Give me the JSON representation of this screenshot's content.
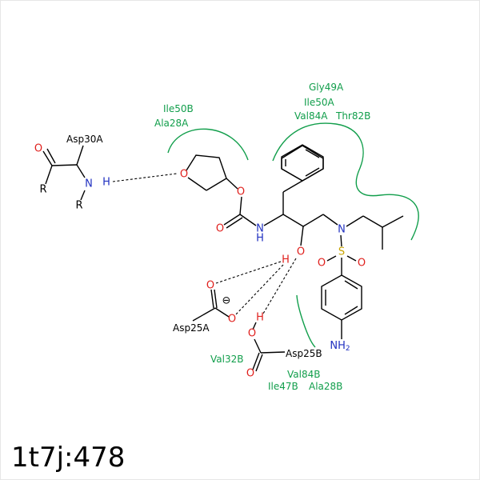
{
  "diagram_id": "1t7j:478",
  "colors": {
    "carbon": "#000000",
    "oxygen": "#e0201d",
    "nitrogen": "#2030c0",
    "sulfur": "#c8a400",
    "hydrogen": "#e0201d",
    "residue": "#119e4b"
  },
  "atoms": {
    "o_ketone": "O",
    "r_top": "R",
    "n_asp30": "N",
    "h_asp30": "H",
    "r_bottom": "R",
    "o_thf": "O",
    "o_ester": "O",
    "o_carbamate": "O",
    "n_carbamate": "N",
    "h_carbamate": "H",
    "o_hydroxyl": "O",
    "h_hydroxyl": "H",
    "n_sulfonamide": "N",
    "s_sulfonyl": "S",
    "o_sulfonyl_left": "O",
    "o_sulfonyl_right": "O",
    "nh2": "NH",
    "nh2_sub": "2",
    "o_asp25a_top": "O",
    "o_asp25a_bottom": "O",
    "charge": "⊖",
    "h_asp25b": "H",
    "o_asp25b_top": "O",
    "o_asp25b_bottom": "O"
  },
  "ligand_labels": {
    "asp30a": "Asp30A",
    "asp25a": "Asp25A",
    "asp25b": "Asp25B"
  },
  "residues": {
    "ile50b": "Ile50B",
    "ala28a": "Ala28A",
    "gly49a": "Gly49A",
    "ile50a": "Ile50A",
    "val84a": "Val84A",
    "thr82b": "Thr82B",
    "val32b": "Val32B",
    "val84b": "Val84B",
    "ile47b": "Ile47B",
    "ala28b": "Ala28B"
  }
}
